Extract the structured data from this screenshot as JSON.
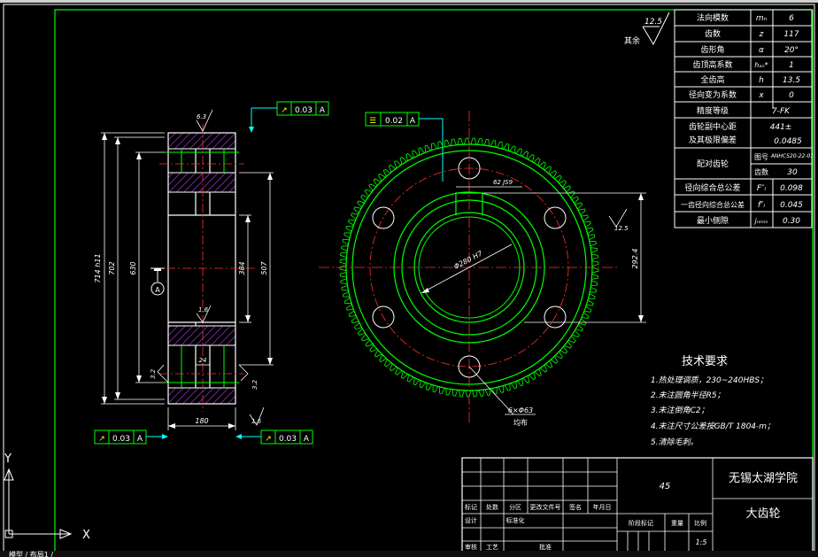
{
  "params": [
    {
      "name": "法向模数",
      "sym": "mₙ",
      "val": "6"
    },
    {
      "name": "齿数",
      "sym": "z",
      "val": "117"
    },
    {
      "name": "齿形角",
      "sym": "α",
      "val": "20°"
    },
    {
      "name": "齿顶高系数",
      "sym": "hₐₙ*",
      "val": "1"
    },
    {
      "name": "全齿高",
      "sym": "h",
      "val": "13.5"
    },
    {
      "name": "径向变为系数",
      "sym": "x",
      "val": "0"
    },
    {
      "name": "精度等级",
      "sym": "",
      "val": "7-FK"
    },
    {
      "name": "齿轮副中心距",
      "sym": "",
      "val": "441±"
    },
    {
      "name": "及其极限偏差",
      "sym": "",
      "val": "0.0485"
    },
    {
      "name": "配对齿轮",
      "sub1": "图号",
      "v1": "ANHC520-22-01",
      "sub2": "齿数",
      "v2": "30"
    },
    {
      "name": "径向综合总公差",
      "sym": "F″ᵢ",
      "val": "0.098"
    },
    {
      "name": "一齿径向综合总公差",
      "sym": "f″ᵢ",
      "val": "0.045"
    },
    {
      "name": "最小侧隙",
      "sym": "jₙₘᵢₙ",
      "val": "0.30"
    }
  ],
  "roughness": {
    "label": "其余",
    "value": "12.5"
  },
  "tech": {
    "title": "技术要求",
    "items": [
      "1.热处理调质，230~240HBS；",
      "2.未注圆角半径R5；",
      "3.未注倒角C2；",
      "4.未注尺寸公差按GB/T 1804-m；",
      "5.清除毛刺。"
    ]
  },
  "title_block": {
    "school": "无锡太湖学院",
    "part": "大齿轮",
    "material": "45",
    "scale": "1:5"
  },
  "tb_labels": [
    "标记",
    "处数",
    "分区",
    "更改文件号",
    "签名",
    "年月日",
    "设计",
    "审核",
    "标准化",
    "工艺",
    "批准",
    "阶段标记",
    "重量",
    "比例"
  ],
  "tolerances": {
    "runout_value": "0.03",
    "datum": "A",
    "flatness_value": "0.02",
    "tolerance_symbol": "↗",
    "symmetry_symbol": "☰"
  },
  "dims": {
    "d_tip": "714 h11",
    "d_root": "702",
    "d_hub": "630",
    "d_bore_a": "384",
    "d_bore_b": "507",
    "width": "180",
    "rough_top": "6.3",
    "rough_mid": "1.6",
    "rough_side": "3.2",
    "rough_bottom": "1.6",
    "keyway": "62 JS9",
    "bore": "Φ280 H7",
    "key_depth": "292.4",
    "rough_key": "12.5",
    "holes": "6×Φ63",
    "holes_note": "均布",
    "dim_small": "24"
  },
  "ucs": {
    "x": "X",
    "y": "Y"
  },
  "command_text": "模型 / 布局1 /"
}
